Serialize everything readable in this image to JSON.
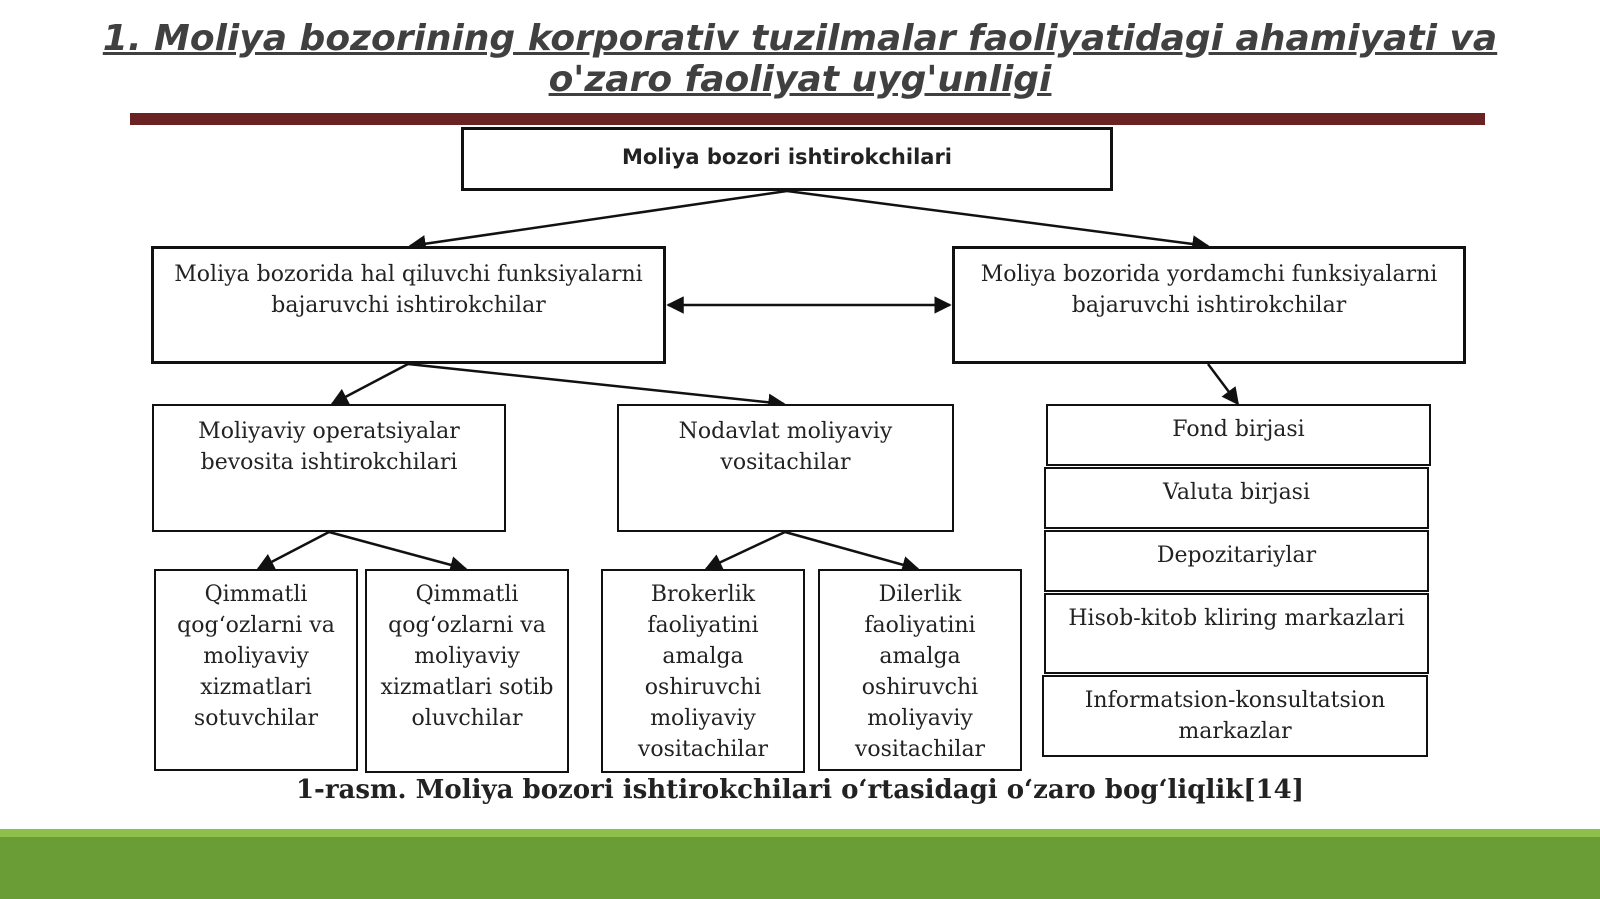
{
  "slide": {
    "title": "1. Moliya bozorining korporativ tuzilmalar faoliyatidagi ahamiyati va o'zaro faoliyat uyg'unligi ",
    "caption": "1-rasm. Moliya bozori ishtirokchilari o‘rtasidagi o‘zaro bog‘liqlik[14]",
    "accent_rule_color": "#6b2222",
    "footer_band_color": "#6a9d35"
  },
  "diagram": {
    "root": "Moliya bozori ishtirokchilari",
    "left_branch": "Moliya bozorida hal qiluvchi funksiyalarni bajaruvchi ishtirokchilar",
    "right_branch": "Moliya bozorida yordamchi funksiyalarni bajaruvchi ishtirokchilar",
    "direct_participants": "Moliyaviy operatsiyalar bevosita ishtirokchilari",
    "nonstate_intermediaries": "Nodavlat moliyaviy vositachilar",
    "leaves": [
      "Qimmatli qog‘ozlarni va moliyaviy xizmatlari sotuvchilar",
      "Qimmatli qog‘ozlarni va moliyaviy xizmatlari sotib oluvchilar",
      "Brokerlik faoliyatini amalga oshiruvchi moliyaviy vositachilar",
      "Dilerlik faoliyatini amalga oshiruvchi moliyaviy vositachilar"
    ],
    "infrastructure": [
      "Fond birjasi",
      "Valuta birjasi",
      "Depozitariylar",
      "Hisob-kitob kliring markazlari",
      "Informatsion-konsultatsion markazlar"
    ]
  }
}
